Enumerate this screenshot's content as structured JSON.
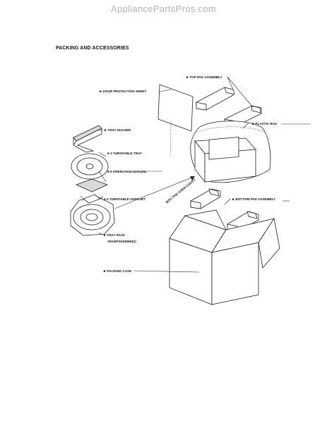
{
  "watermark": "AppliancePartsPros.com",
  "title": "PACKING AND ACCESSORIES",
  "labels": {
    "top_pad_assembly": "★ TOP PAD ASSEMBLY",
    "door_protection_sheet": "★ DOOR PROTECTION SHEET",
    "plastic_bag": "★ PLASTIC BAG",
    "tray_holder": "★ TRAY HOLDER",
    "turntable_tray": "6-3 TURNTABLE TRAY",
    "operation_manual": "8-5 OPERATION MANUAL",
    "turntable_support": "6-4 TURNTABLE SUPPORT",
    "into_oven_cavity": "INTO THE OVEN CAVITY",
    "bottom_pad_assembly": "★ BOTTOM PAD ASSEMBLY",
    "tray_pack": "★ TRAY PACK",
    "tray_pack_code": "SPADPS63/6MR(S)",
    "packing_case": "★ PACKING CASE"
  }
}
